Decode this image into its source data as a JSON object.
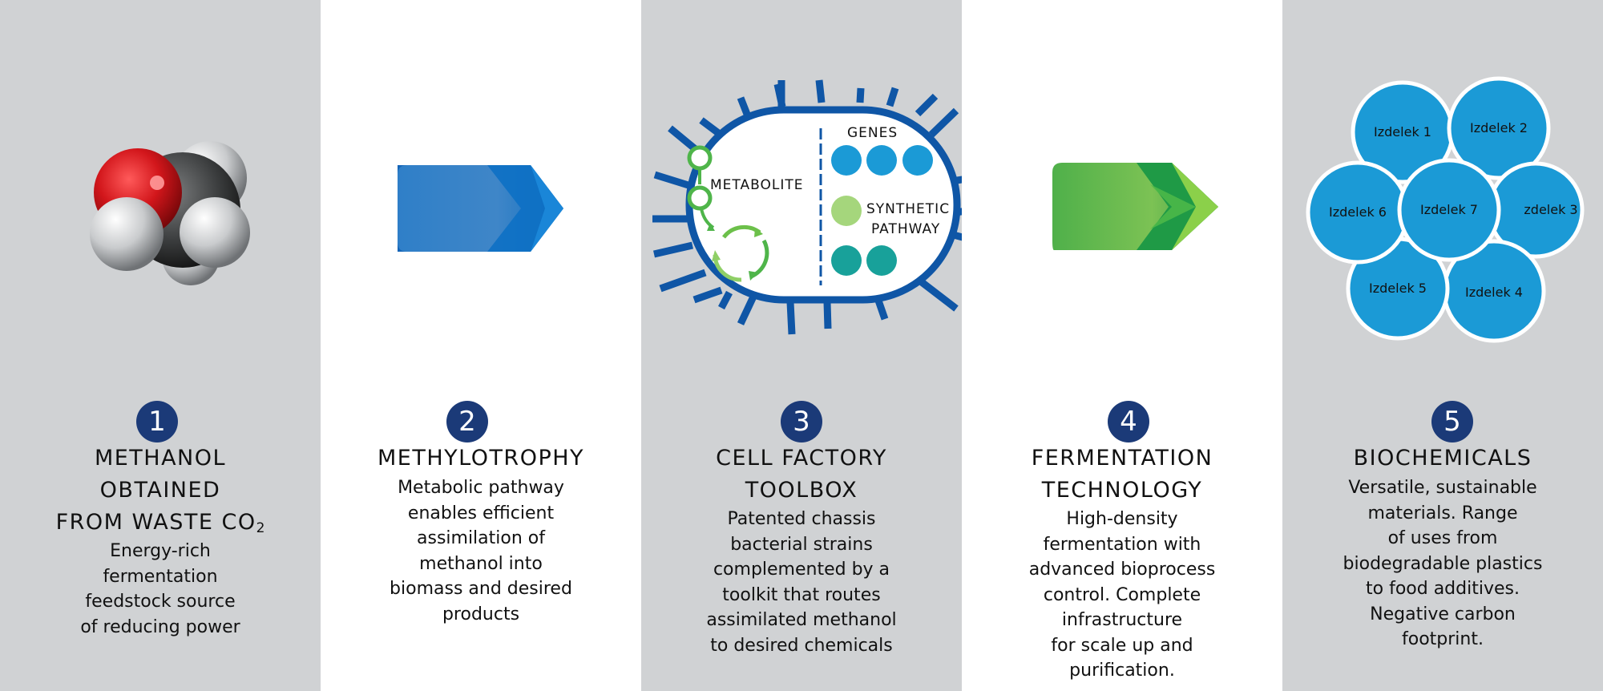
{
  "steps": [
    {
      "number": "1",
      "title_lines": [
        "METHANOL",
        "OBTAINED"
      ],
      "title_line3_main": "FROM WASTE CO",
      "title_line3_sub": "2",
      "desc_lines": [
        "Energy-rich",
        "fermentation",
        "feedstock source",
        "of reducing power"
      ]
    },
    {
      "number": "2",
      "title_lines": [
        "METHYLOTROPHY"
      ],
      "desc_lines": [
        "Metabolic pathway",
        "enables efficient",
        "assimilation of",
        "methanol into",
        "biomass and desired",
        "products"
      ]
    },
    {
      "number": "3",
      "title_lines": [
        "CELL FACTORY",
        "TOOLBOX"
      ],
      "desc_lines": [
        "Patented chassis",
        "bacterial strains",
        "complemented by a",
        "toolkit that routes",
        "assimilated methanol",
        "to desired chemicals"
      ]
    },
    {
      "number": "4",
      "title_lines": [
        "FERMENTATION",
        "TECHNOLOGY"
      ],
      "desc_lines": [
        "High-density",
        "fermentation with",
        "advanced bioprocess",
        "control. Complete",
        "infrastructure",
        "for scale up and",
        "purification."
      ]
    },
    {
      "number": "5",
      "title_lines": [
        "BIOCHEMICALS"
      ],
      "desc_lines": [
        "Versatile, sustainable",
        "materials. Range",
        "of uses from",
        "biodegradable plastics",
        "to food additives.",
        "Negative carbon",
        "footprint."
      ]
    }
  ],
  "cell": {
    "genes_label": "GENES",
    "metabolite_label": "METABOLITE",
    "synthetic_label_1": "SYNTHETIC",
    "synthetic_label_2": "PATHWAY"
  },
  "products": [
    "Izdelek 1",
    "Izdelek 2",
    "zdelek 3",
    "Izdelek 4",
    "Izdelek 5",
    "Izdelek 6",
    "Izdelek 7"
  ],
  "colors": {
    "grey_band": "#d0d2d4",
    "badge": "#1b3a78",
    "blue_arrow": "#2b7fcf",
    "green_arrow": "#4fb54a",
    "cell_outline": "#0f56a6",
    "product_circle": "#1b9ad6"
  }
}
